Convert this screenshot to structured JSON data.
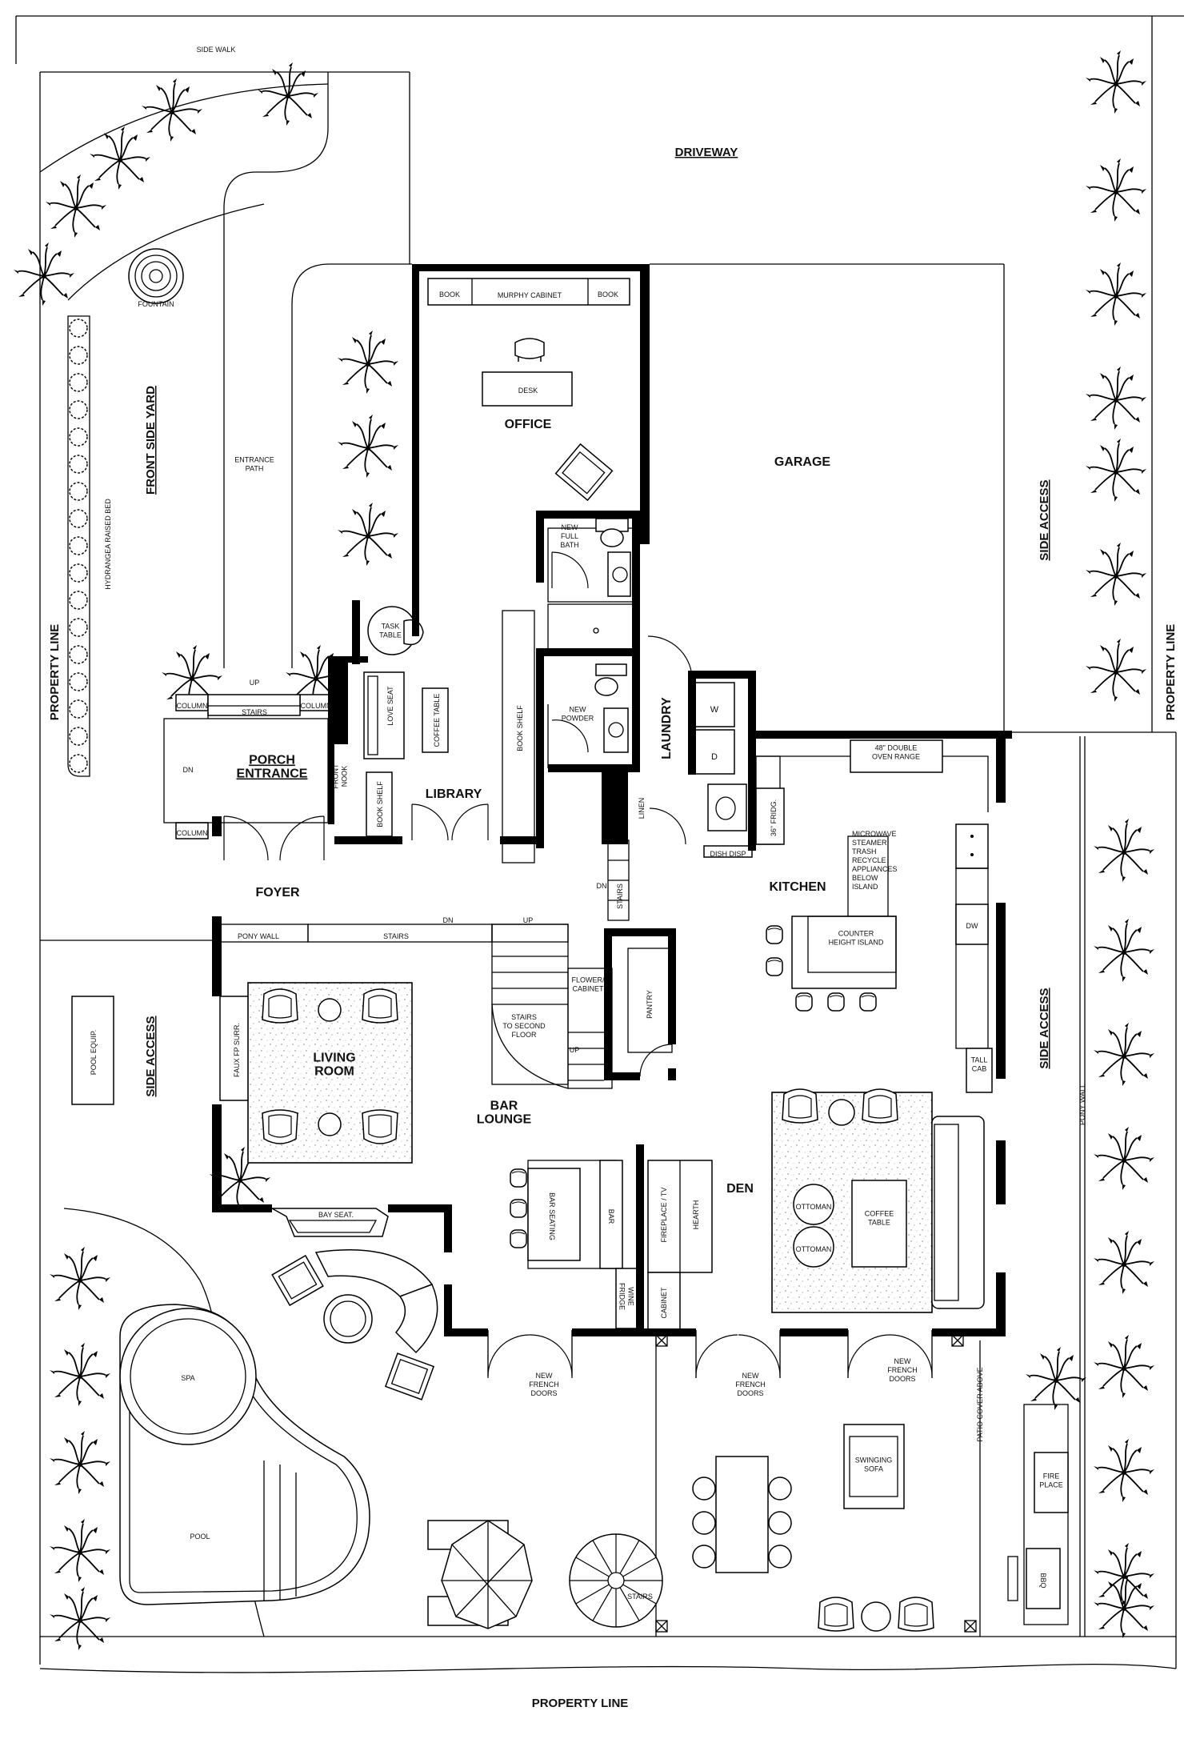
{
  "labels": {
    "side_walk": "SIDE WALK",
    "driveway": "DRIVEWAY",
    "front_side_yard": "FRONT SIDE YARD",
    "fountain": "FOUNTAIN",
    "entrance_path": "ENTRANCE\nPATH",
    "hydrangea": "HYDRANGEA RAISED BED",
    "property_line_left": "PROPERTY LINE",
    "property_line_right": "PROPERTY LINE",
    "property_line_bottom": "PROPERTY LINE",
    "side_access_right_top": "SIDE ACCESS",
    "side_access_right_bottom": "SIDE ACCESS",
    "side_access_left": "SIDE ACCESS",
    "pony_wall_right": "PONY WALL",
    "pool_equip": "POOL EQUIP.",
    "spa": "SPA",
    "pool": "POOL",
    "patio_cover": "PATIO COVER ABOVE",
    "fire_place": "FIRE\nPLACE",
    "bbq": "BBQ",
    "swinging_sofa": "SWINGING\nSOFA",
    "stairs_spiral": "STAIRS"
  },
  "rooms": {
    "office": "OFFICE",
    "garage": "GARAGE",
    "library": "LIBRARY",
    "porch": "PORCH\nENTRANCE",
    "foyer": "FOYER",
    "living": "LIVING\nROOM",
    "bar_lounge": "BAR\nLOUNGE",
    "kitchen": "KITCHEN",
    "den": "DEN",
    "laundry": "LAUNDRY"
  },
  "fixtures": {
    "book_left": "BOOK",
    "murphy": "MURPHY CABINET",
    "book_right": "BOOK",
    "desk": "DESK",
    "new_full_bath": "NEW\nFULL\nBATH",
    "new_powder": "NEW\nPOWDER",
    "task_table": "TASK\nTABLE",
    "love_seat": "LOVE SEAT",
    "coffee_table_lib": "COFFEE TABLE",
    "book_shelf_lib": "BOOK SHELF",
    "book_shelf_wall": "BOOK SHELF",
    "column_1": "COLUMN",
    "column_2": "COLUMN",
    "column_3": "COLUMN",
    "stairs_porch": "STAIRS",
    "up_porch": "UP",
    "dn_porch": "DN",
    "front_nook": "FRONT\nNOOK",
    "washer": "W",
    "dryer": "D",
    "linen": "LINEN",
    "range": "48\" DOUBLE\nOVEN RANGE",
    "fridge": "36\" FRIDG.",
    "dish_disp": "DISH DISP",
    "island_notes": "MICROWAVE\nSTEAMER\nTRASH\nRECYCLE\nAPPLIANCES\nBELOW\nISLAND",
    "island": "COUNTER\nHEIGHT ISLAND",
    "dw": "DW",
    "tall_cab": "TALL\nCAB",
    "pony_wall": "PONY WALL",
    "stairs_main": "STAIRS",
    "dn_main": "DN",
    "up_main": "UP",
    "dn_stairs": "DN",
    "stairs_vertical": "STAIRS",
    "flower_cabinet": "FLOWER/\nCABINET",
    "pantry": "PANTRY",
    "stairs_second": "STAIRS\nTO SECOND\nFLOOR",
    "up_second": "UP",
    "faux_fp": "FAUX FP SURR.",
    "bay_seat": "BAY SEAT.",
    "bar_seating": "BAR SEATING",
    "bar": "BAR",
    "wine_fridge": "WINE\nFRIDGE",
    "fireplace_tv": "FIREPLACE / TV",
    "hearth": "HEARTH",
    "cabinet": "CABINET",
    "ottoman_1": "OTTOMAN",
    "ottoman_2": "OTTOMAN",
    "coffee_table_den": "COFFEE\nTABLE",
    "french_doors_1": "NEW\nFRENCH\nDOORS",
    "french_doors_2": "NEW\nFRENCH\nDOORS",
    "french_doors_3": "NEW\nFRENCH\nDOORS"
  }
}
